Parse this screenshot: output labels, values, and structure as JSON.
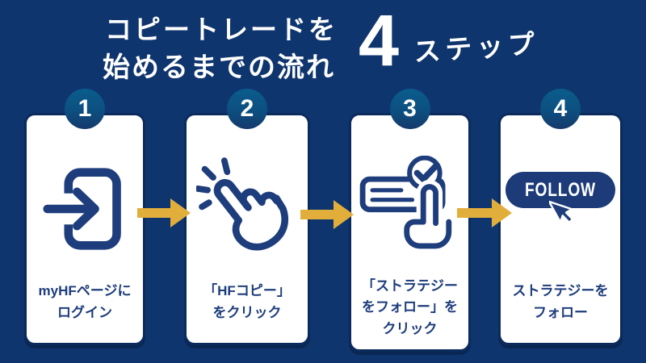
{
  "title": {
    "line1": "コピートレードを",
    "line2": "始めるまでの流れ",
    "count": "4",
    "count_label": "ステップ"
  },
  "steps": [
    {
      "number": "1",
      "icon": "login-icon",
      "caption_lines": [
        "myHFページに",
        "ログイン"
      ]
    },
    {
      "number": "2",
      "icon": "click-hand-icon",
      "caption_lines": [
        "「HFコピー」",
        "をクリック"
      ]
    },
    {
      "number": "3",
      "icon": "checked-button-hand-icon",
      "caption_lines": [
        "「ストラテジー",
        "をフォロー」を",
        "クリック"
      ]
    },
    {
      "number": "4",
      "icon": "follow-button-cursor-icon",
      "button_label": "FOLLOW",
      "caption_lines": [
        "ストラテジーを",
        "フォロー"
      ]
    }
  ],
  "icons": {
    "between_cards": "right-arrow-icon",
    "step1": "login-icon",
    "step2": "click-hand-icon",
    "step3": "checked-button-hand-icon",
    "step4": "cursor-icon"
  },
  "colors": {
    "background_navy": "#0F356E",
    "card_white": "#FFFFFF",
    "card_border": "#0A2B5C",
    "icon_text_navy": "#1E3D7C",
    "step_circle_top": "#0A5D8C",
    "step_circle_bottom": "#15396C",
    "arrow_gold": "#E2AE3B",
    "follow_pill": "#1C3B78"
  }
}
